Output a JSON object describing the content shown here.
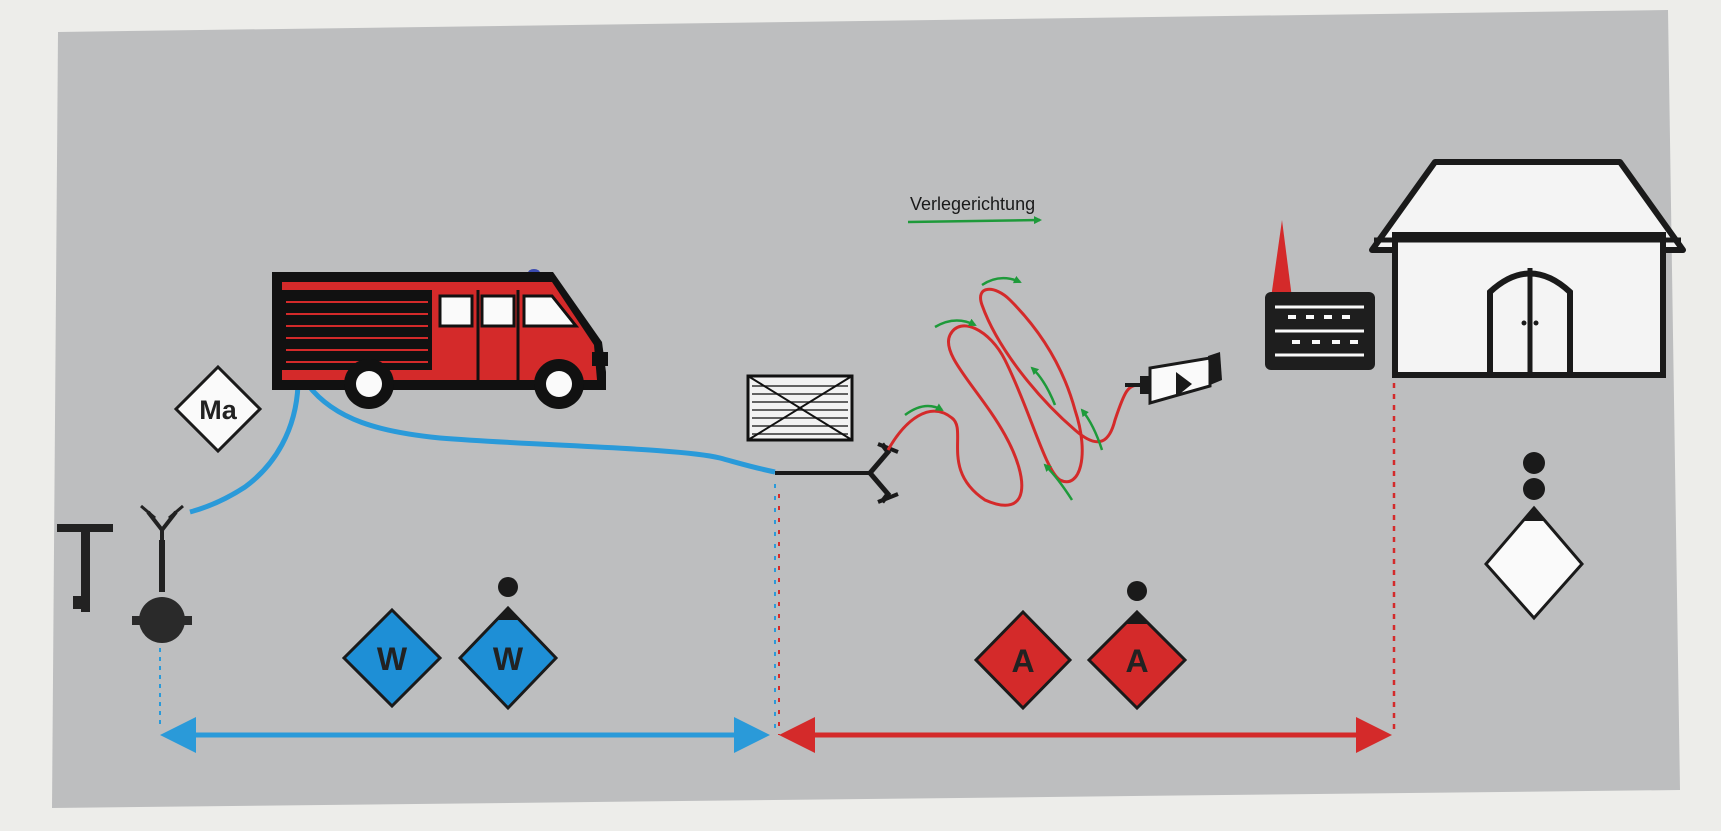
{
  "diagram": {
    "direction_label": "Verlegerichtung",
    "machinist_label": "Ma",
    "water_team_labels": [
      "W",
      "W"
    ],
    "attack_team_labels": [
      "A",
      "A"
    ],
    "colors": {
      "background": "#bdbebf",
      "supply_hose": "#2a9ad9",
      "attack_hose": "#d42a2a",
      "direction_arrow": "#1e9a3a",
      "water_team": "#1e8fd6",
      "attack_team": "#d42a2a",
      "vehicle_body": "#d42a2a",
      "building": "#f4f4f4"
    },
    "icons": [
      "hydrant-key-icon",
      "hydrant-icon",
      "fire-truck-icon",
      "hose-box-icon",
      "distributor-icon",
      "nozzle-icon",
      "fire-icon",
      "building-icon",
      "group-leader-icon"
    ]
  }
}
